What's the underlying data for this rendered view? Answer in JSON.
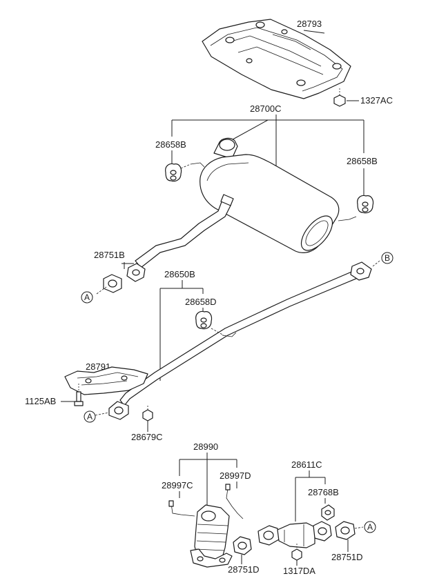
{
  "labels": {
    "heat_shield_upper": "28793",
    "nut_1327ac": "1327AC",
    "muffler_assy": "28700C",
    "hanger_left": "28658B",
    "hanger_right": "28658B",
    "gasket_28751b": "28751B",
    "center_pipe": "28650B",
    "hanger_center": "28658D",
    "heat_shield_lower": "28791",
    "bolt_1125ab": "1125AB",
    "nut_28679c": "28679C",
    "catalytic_converter": "28990",
    "sensor_28997c": "28997C",
    "sensor_28997d": "28997D",
    "gasket_28751d_left": "28751D",
    "front_pipe": "28611C",
    "gasket_28768b": "28768B",
    "nut_1317da": "1317DA",
    "gasket_28751d_right": "28751D"
  },
  "callouts": {
    "a_left_upper": "A",
    "b_right": "B",
    "a_left_lower": "A",
    "a_right_lower": "A"
  }
}
